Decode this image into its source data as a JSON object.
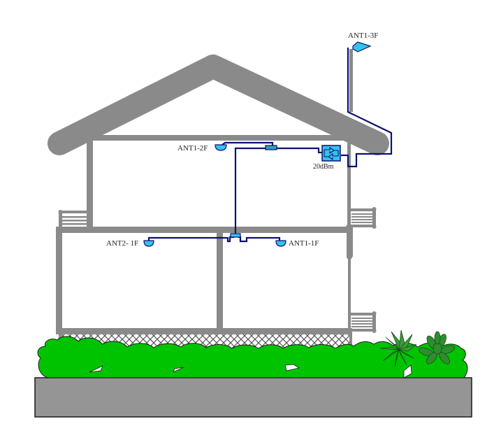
{
  "diagram": {
    "title": "In-building antenna distribution diagram",
    "antennas": [
      {
        "id": "ant1-3f",
        "label": "ANT1-3F",
        "type": "outdoor-directional"
      },
      {
        "id": "ant1-2f",
        "label": "ANT1-2F",
        "type": "ceiling-omni"
      },
      {
        "id": "ant2-1f",
        "label": "ANT2- 1F",
        "type": "ceiling-omni"
      },
      {
        "id": "ant1-1f",
        "label": "ANT1-1F",
        "type": "ceiling-omni"
      }
    ],
    "amplifier": {
      "label": "20dBm",
      "type": "bidirectional-amplifier"
    },
    "splitters": [
      {
        "id": "splitter-2f",
        "floor": "2F"
      },
      {
        "id": "splitter-1f",
        "floor": "1F"
      }
    ]
  },
  "colors": {
    "structure": "#8a8a8a",
    "cable": "#0e1170",
    "device_fill": "#33c3ea",
    "device_stroke": "#0e1170",
    "bush": "#00c300",
    "plant": "#2e9e2e",
    "ground": "#959595",
    "text": "#222222"
  }
}
